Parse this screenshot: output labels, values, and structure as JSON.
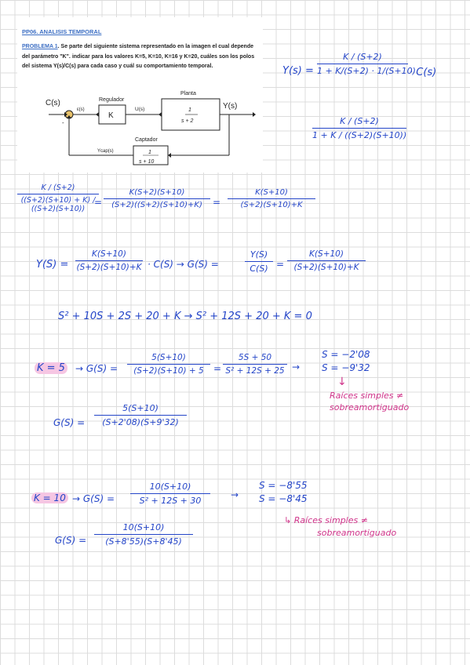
{
  "problem": {
    "title": "PP06. ANALISIS TEMPORAL",
    "label": "PROBLEMA 1",
    "text": ". Se parte del siguiente sistema representado en la imagen el cual depende del parámetro \"K\". indicar para los valores K=5, K=10, K=16 y K=20, cuáles son los polos del sistema Y(s)/C(s) para cada caso y cuál su comportamiento temporal."
  },
  "diagram": {
    "input": "C(s)",
    "sum_minus": "-",
    "error": "ε(s)",
    "controller_title": "Regulador",
    "controller": "K",
    "control": "U(s)",
    "plant_title": "Planta",
    "plant_num": "1",
    "plant_den": "s + 2",
    "output": "Y(s)",
    "sensor_title": "Captador",
    "sensor_signal": "Ycap(s)",
    "sensor_num": "1",
    "sensor_den": "s + 10"
  },
  "steps": {
    "y_lhs": "Y(s) =",
    "y_num": "K / (S+2)",
    "y_den": "1 + K/(S+2) · 1/(S+10)",
    "y_rhs": "· C(s)",
    "alt_num": "K / (S+2)",
    "alt_den": "1 + K / ((S+2)(S+10))",
    "eq1_lnum": "K / (S+2)",
    "eq1_lden": "((S+2)(S+10) + K) / ((S+2)(S+10))",
    "eq1_mnum": "K(S+2)(S+10)",
    "eq1_mden": "(S+2)((S+2)(S+10)+K)",
    "eq1_rnum": "K(S+10)",
    "eq1_rden": "(S+2)(S+10)+K",
    "eq2_y": "Y(S) =",
    "eq2_num": "K(S+10)",
    "eq2_den": "(S+2)(S+10)+K",
    "eq2_c": "· C(S)  →  G(S) =",
    "eq2_gnum": "Y(S)",
    "eq2_gden": "C(S)",
    "eq2_num2": "K(S+10)",
    "eq2_den2": "(S+2)(S+10)+K",
    "char_eq": "S² + 10S + 2S + 20 + K  →  S² + 12S + 20 + K = 0"
  },
  "case_k5": {
    "label": "K = 5",
    "g": "→  G(S) =",
    "num": "5(S+10)",
    "den": "(S+2)(S+10) + 5",
    "num2": "5S + 50",
    "den2": "S² + 12S + 25",
    "root1": "S = −2'08",
    "root2": "S = −9'32",
    "note1": "Raíces simples ≠",
    "note2": "sobreamortiguado",
    "gf": "G(S) =",
    "fnum": "5(S+10)",
    "fden": "(S+2'08)(S+9'32)"
  },
  "case_k10": {
    "label": "K = 10",
    "g": "→  G(S) =",
    "num": "10(S+10)",
    "den": "S² + 12S + 30",
    "root1": "S = −8'55",
    "root2": "S = −8'45",
    "note1": "Raíces simples ≠",
    "note2": "sobreamortiguado",
    "gf": "G(S) =",
    "fnum": "10(S+10)",
    "fden": "(S+8'55)(S+8'45)"
  }
}
